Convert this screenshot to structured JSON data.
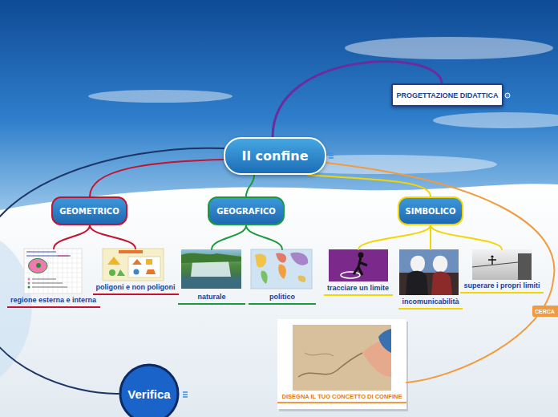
{
  "diagram": {
    "nodes": [
      {
        "text": [
          "PROGETTAZIONE DIDATTICA"
        ]
      },
      {
        "text": [
          "Il confine"
        ]
      },
      {
        "text": [
          "GEOMETRICO"
        ]
      },
      {
        "text": [
          "GEOGRAFICO"
        ]
      },
      {
        "text": [
          "SIMBOLICO"
        ]
      },
      {
        "text": [
          "regione esterna e interna"
        ]
      },
      {
        "text": [
          "poligoni e non poligoni"
        ]
      },
      {
        "text": [
          "naturale"
        ]
      },
      {
        "text": [
          "politico"
        ]
      },
      {
        "text": [
          "tracciare un limite"
        ]
      },
      {
        "text": [
          "incomunicabilità"
        ]
      },
      {
        "text": [
          "superare i propri limiti"
        ]
      },
      {
        "text": [
          "CERCA"
        ]
      },
      {
        "text": [
          "DISEGNA IL TUO CONCETTO DI CONFINE"
        ]
      },
      {
        "text": [
          "Verifica"
        ]
      }
    ],
    "edges": [
      {
        "from": 1,
        "to": 0,
        "arrow": "none"
      },
      {
        "from": 1,
        "to": 2,
        "arrow": "none"
      },
      {
        "from": 1,
        "to": 3,
        "arrow": "none"
      },
      {
        "from": 1,
        "to": 4,
        "arrow": "none"
      },
      {
        "from": 2,
        "to": 5,
        "arrow": "none"
      },
      {
        "from": 2,
        "to": 6,
        "arrow": "none"
      },
      {
        "from": 3,
        "to": 7,
        "arrow": "none"
      },
      {
        "from": 3,
        "to": 8,
        "arrow": "none"
      },
      {
        "from": 4,
        "to": 9,
        "arrow": "none"
      },
      {
        "from": 4,
        "to": 10,
        "arrow": "none"
      },
      {
        "from": 4,
        "to": 11,
        "arrow": "none"
      },
      {
        "from": 1,
        "to": 13,
        "arrow": "none"
      },
      {
        "from": 1,
        "to": 14,
        "arrow": "none"
      }
    ]
  }
}
